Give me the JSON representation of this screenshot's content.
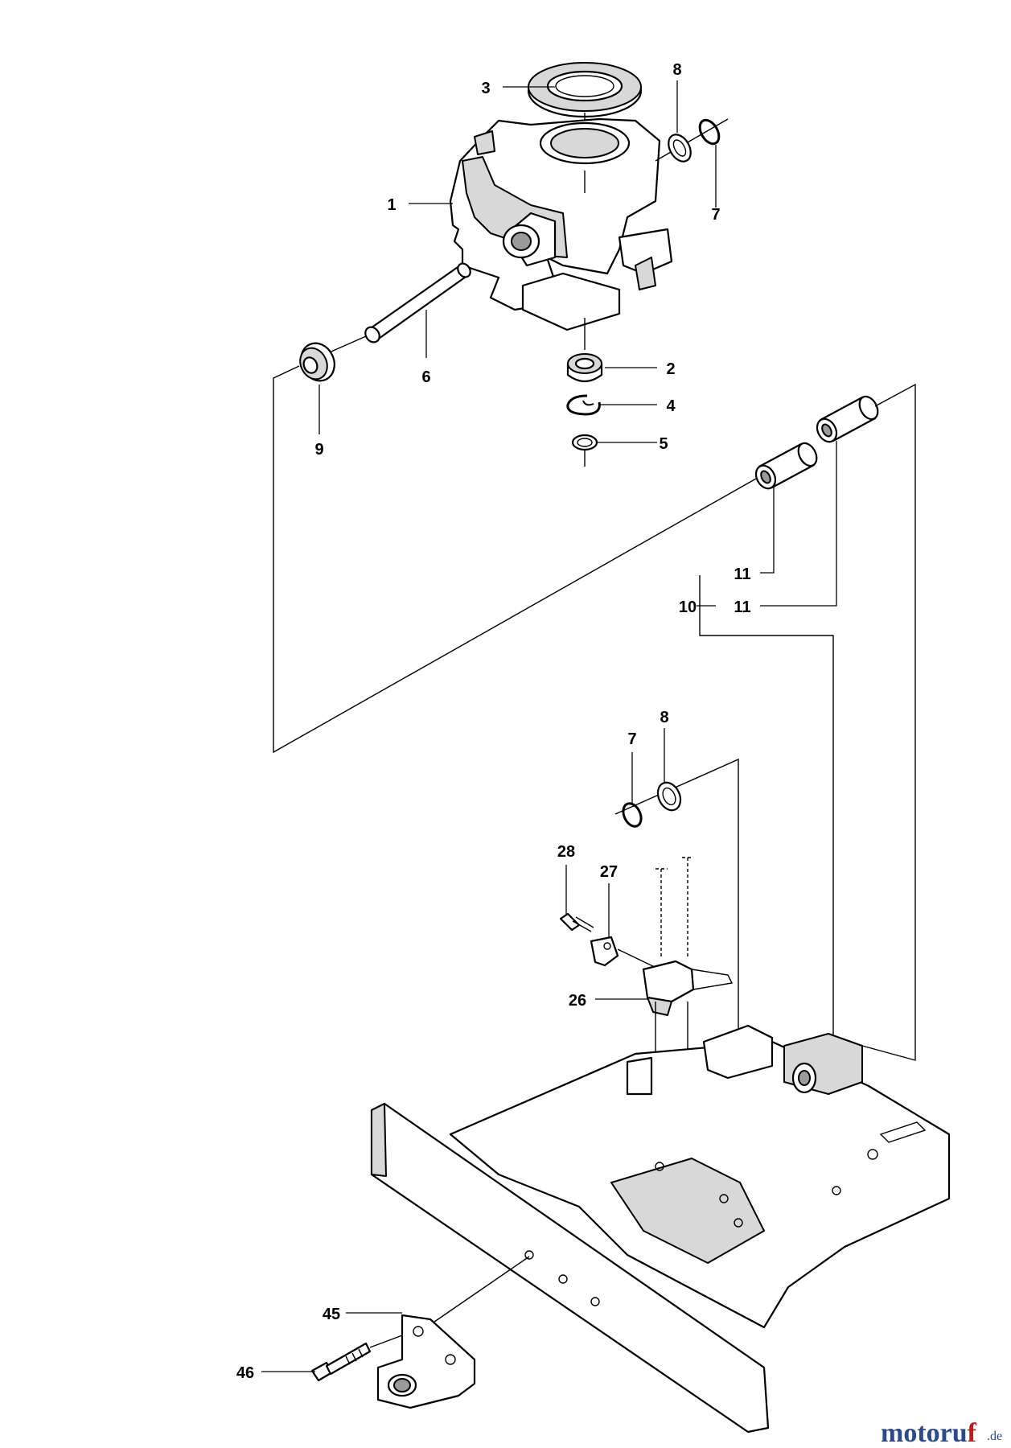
{
  "labels": {
    "l1": "1",
    "l2": "2",
    "l3": "3",
    "l4": "4",
    "l5": "5",
    "l6": "6",
    "l7a": "7",
    "l8a": "8",
    "l9": "9",
    "l10": "10",
    "l11a": "11",
    "l11b": "11",
    "l7b": "7",
    "l8b": "8",
    "l28": "28",
    "l27": "27",
    "l26": "26",
    "l45": "45",
    "l46": "46"
  },
  "watermark": {
    "brand": "motoruf",
    "tld": ".de",
    "colors": {
      "m": "#2a4a8c",
      "f": "#c41a1a",
      "tld": "#2a4a8c"
    }
  }
}
